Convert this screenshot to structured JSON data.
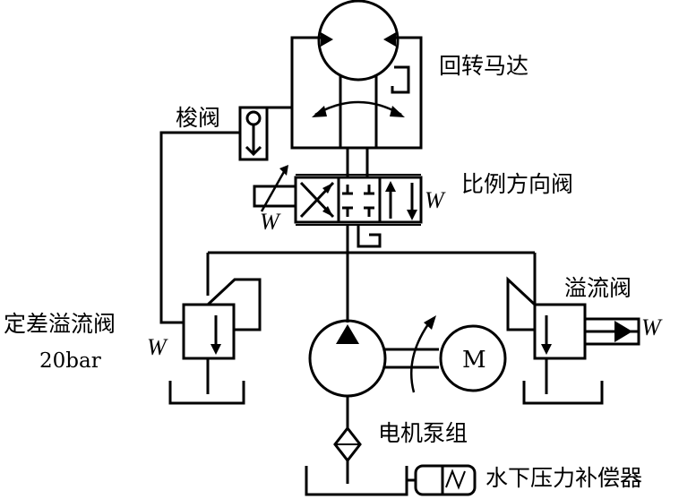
{
  "labels": {
    "rotary_motor": "回转马达",
    "shuttle_valve": "梭阀",
    "proportional_valve": "比例方向阀",
    "diff_relief_valve": "定差溢流阀",
    "diff_relief_pressure": "20bar",
    "relief_valve": "溢流阀",
    "motor_pump_group": "电机泵组",
    "compensator": "水下压力补偿器",
    "electric_motor_symbol": "M",
    "spring_symbol_left": "W",
    "spring_symbol_right": "W",
    "spring_symbol_diff": "W",
    "spring_symbol_relief": "W"
  }
}
